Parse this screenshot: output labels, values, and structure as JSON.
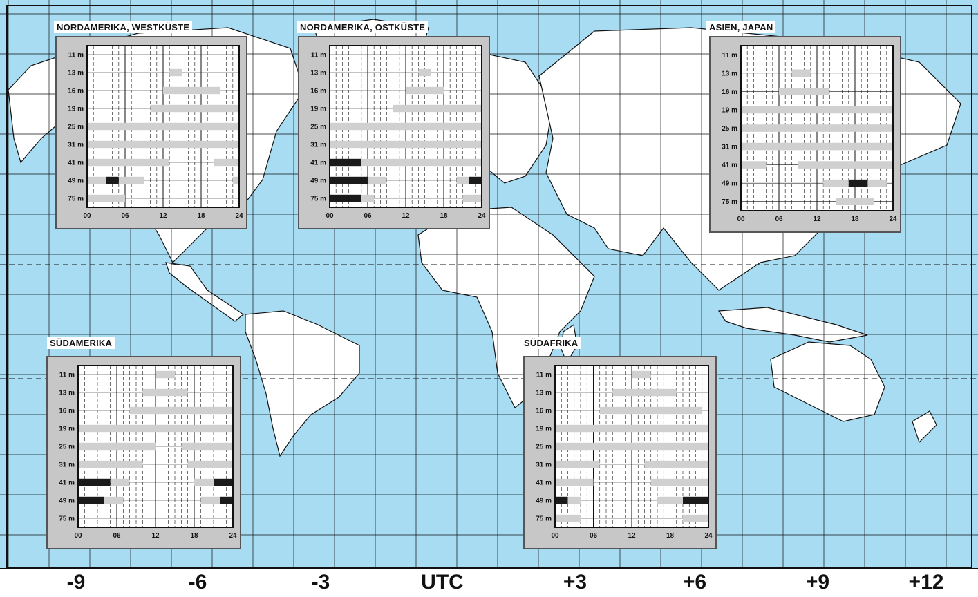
{
  "timezones": [
    "-9",
    "-6",
    "-3",
    "UTC",
    "+3",
    "+6",
    "+9",
    "+12"
  ],
  "band_labels": [
    "11 m",
    "13 m",
    "16 m",
    "19 m",
    "25 m",
    "31 m",
    "41 m",
    "49 m",
    "75 m"
  ],
  "hour_ticks": [
    "00",
    "06",
    "12",
    "18",
    "24"
  ],
  "colors": {
    "ocean": "#a8dcf2",
    "land": "#ffffff",
    "panel": "#c7c7c7",
    "bar_light": "#d0d0d0",
    "bar_dark": "#1a1a1a"
  },
  "chart_data": [
    {
      "type": "table",
      "title": "NORDAMERIKA, WESTKÜSTE",
      "bands": [
        {
          "band": "13 m",
          "light": [
            [
              13,
              15
            ]
          ],
          "dark": []
        },
        {
          "band": "16 m",
          "light": [
            [
              12,
              21
            ]
          ],
          "dark": []
        },
        {
          "band": "19 m",
          "light": [
            [
              10,
              24
            ]
          ],
          "dark": []
        },
        {
          "band": "25 m",
          "light": [
            [
              0,
              24
            ]
          ],
          "dark": []
        },
        {
          "band": "31 m",
          "light": [
            [
              0,
              24
            ]
          ],
          "dark": []
        },
        {
          "band": "41 m",
          "light": [
            [
              0,
              13
            ],
            [
              20,
              24
            ]
          ],
          "dark": []
        },
        {
          "band": "49 m",
          "light": [
            [
              0,
              3
            ],
            [
              5,
              9
            ],
            [
              23,
              24
            ]
          ],
          "dark": [
            [
              3,
              5
            ]
          ]
        },
        {
          "band": "75 m",
          "light": [
            [
              0,
              6
            ]
          ],
          "dark": []
        }
      ]
    },
    {
      "type": "table",
      "title": "NORDAMERIKA, OSTKÜSTE",
      "bands": [
        {
          "band": "13 m",
          "light": [
            [
              14,
              16
            ]
          ],
          "dark": []
        },
        {
          "band": "16 m",
          "light": [
            [
              12,
              18
            ]
          ],
          "dark": []
        },
        {
          "band": "19 m",
          "light": [
            [
              10,
              24
            ]
          ],
          "dark": []
        },
        {
          "band": "25 m",
          "light": [
            [
              0,
              24
            ]
          ],
          "dark": []
        },
        {
          "band": "31 m",
          "light": [
            [
              0,
              24
            ]
          ],
          "dark": []
        },
        {
          "band": "41 m",
          "light": [
            [
              5,
              24
            ]
          ],
          "dark": [
            [
              0,
              5
            ]
          ]
        },
        {
          "band": "49 m",
          "light": [
            [
              6,
              9
            ],
            [
              20,
              22
            ]
          ],
          "dark": [
            [
              0,
              6
            ],
            [
              22,
              24
            ]
          ]
        },
        {
          "band": "75 m",
          "light": [
            [
              5,
              7
            ],
            [
              21,
              24
            ]
          ],
          "dark": [
            [
              0,
              5
            ]
          ]
        }
      ]
    },
    {
      "type": "table",
      "title": "ASIEN, JAPAN",
      "bands": [
        {
          "band": "13 m",
          "light": [
            [
              8,
              11
            ]
          ],
          "dark": []
        },
        {
          "band": "16 m",
          "light": [
            [
              6,
              14
            ]
          ],
          "dark": []
        },
        {
          "band": "19 m",
          "light": [
            [
              0,
              24
            ]
          ],
          "dark": []
        },
        {
          "band": "25 m",
          "light": [
            [
              0,
              24
            ]
          ],
          "dark": []
        },
        {
          "band": "31 m",
          "light": [
            [
              0,
              24
            ]
          ],
          "dark": []
        },
        {
          "band": "41 m",
          "light": [
            [
              0,
              4
            ],
            [
              9,
              24
            ]
          ],
          "dark": []
        },
        {
          "band": "49 m",
          "light": [
            [
              13,
              17
            ],
            [
              20,
              23
            ]
          ],
          "dark": [
            [
              17,
              20
            ]
          ]
        },
        {
          "band": "75 m",
          "light": [
            [
              15,
              21
            ]
          ],
          "dark": []
        }
      ]
    },
    {
      "type": "table",
      "title": "SÜDAMERIKA",
      "bands": [
        {
          "band": "11 m",
          "light": [
            [
              12,
              15
            ]
          ],
          "dark": []
        },
        {
          "band": "13 m",
          "light": [
            [
              10,
              17
            ]
          ],
          "dark": []
        },
        {
          "band": "16 m",
          "light": [
            [
              8,
              24
            ]
          ],
          "dark": []
        },
        {
          "band": "19 m",
          "light": [
            [
              0,
              24
            ]
          ],
          "dark": []
        },
        {
          "band": "25 m",
          "light": [
            [
              0,
              12
            ],
            [
              16,
              24
            ]
          ],
          "dark": []
        },
        {
          "band": "31 m",
          "light": [
            [
              0,
              10
            ],
            [
              17,
              24
            ]
          ],
          "dark": []
        },
        {
          "band": "41 m",
          "light": [
            [
              5,
              8
            ],
            [
              18,
              21
            ]
          ],
          "dark": [
            [
              0,
              5
            ],
            [
              21,
              24
            ]
          ]
        },
        {
          "band": "49 m",
          "light": [
            [
              4,
              7
            ],
            [
              19,
              22
            ]
          ],
          "dark": [
            [
              0,
              4
            ],
            [
              22,
              24
            ]
          ]
        }
      ]
    },
    {
      "type": "table",
      "title": "SÜDAFRIKA",
      "bands": [
        {
          "band": "11 m",
          "light": [
            [
              12,
              15
            ]
          ],
          "dark": []
        },
        {
          "band": "13 m",
          "light": [
            [
              9,
              19
            ]
          ],
          "dark": []
        },
        {
          "band": "16 m",
          "light": [
            [
              7,
              23
            ]
          ],
          "dark": []
        },
        {
          "band": "19 m",
          "light": [
            [
              0,
              24
            ]
          ],
          "dark": []
        },
        {
          "band": "25 m",
          "light": [
            [
              0,
              24
            ]
          ],
          "dark": []
        },
        {
          "band": "31 m",
          "light": [
            [
              0,
              7
            ],
            [
              14,
              24
            ]
          ],
          "dark": []
        },
        {
          "band": "41 m",
          "light": [
            [
              0,
              6
            ],
            [
              15,
              24
            ]
          ],
          "dark": []
        },
        {
          "band": "49 m",
          "light": [
            [
              2,
              4
            ],
            [
              16,
              20
            ]
          ],
          "dark": [
            [
              0,
              2
            ],
            [
              20,
              24
            ]
          ]
        },
        {
          "band": "75 m",
          "light": [
            [
              0,
              4
            ],
            [
              20,
              24
            ]
          ],
          "dark": []
        }
      ]
    }
  ]
}
